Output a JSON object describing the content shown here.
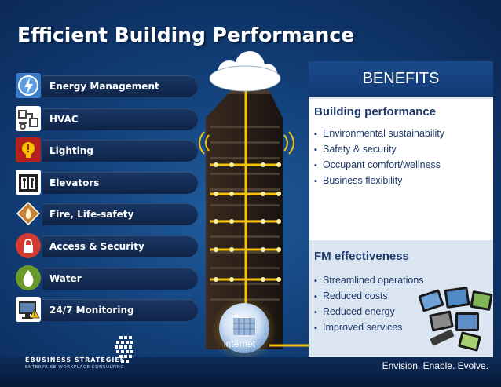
{
  "title": "Efficient Building Performance",
  "systems": [
    {
      "label": "Energy Management",
      "icon": "energy-management-icon"
    },
    {
      "label": "HVAC",
      "icon": "hvac-icon"
    },
    {
      "label": "Lighting",
      "icon": "lighting-icon"
    },
    {
      "label": "Elevators",
      "icon": "elevators-icon"
    },
    {
      "label": "Fire, Life-safety",
      "icon": "fire-life-safety-icon"
    },
    {
      "label": "Access & Security",
      "icon": "access-security-icon"
    },
    {
      "label": "Water",
      "icon": "water-icon"
    },
    {
      "label": "24/7 Monitoring",
      "icon": "monitoring-icon"
    }
  ],
  "benefits": {
    "header": "BENEFITS",
    "sections": [
      {
        "title": "Building performance",
        "items": [
          "Environmental sustainability",
          "Safety & security",
          "Occupant comfort/wellness",
          "Business flexibility"
        ]
      },
      {
        "title": "FM effectiveness",
        "items": [
          "Streamlined operations",
          "Reduced costs",
          "Reduced energy",
          "Improved services"
        ]
      }
    ]
  },
  "diagram": {
    "internet_label": "internet"
  },
  "footer": {
    "logo_name": "EBUSINESS STRATEGIES",
    "logo_sub": "ENTERPRISE WORKPLACE CONSULTING",
    "tagline": "Envision. Enable. Evolve."
  },
  "colors": {
    "background": "#123f78",
    "panel_header": "#1a4a8c",
    "panel_text": "#1f3a6b",
    "signal_line": "#f4c20d"
  }
}
